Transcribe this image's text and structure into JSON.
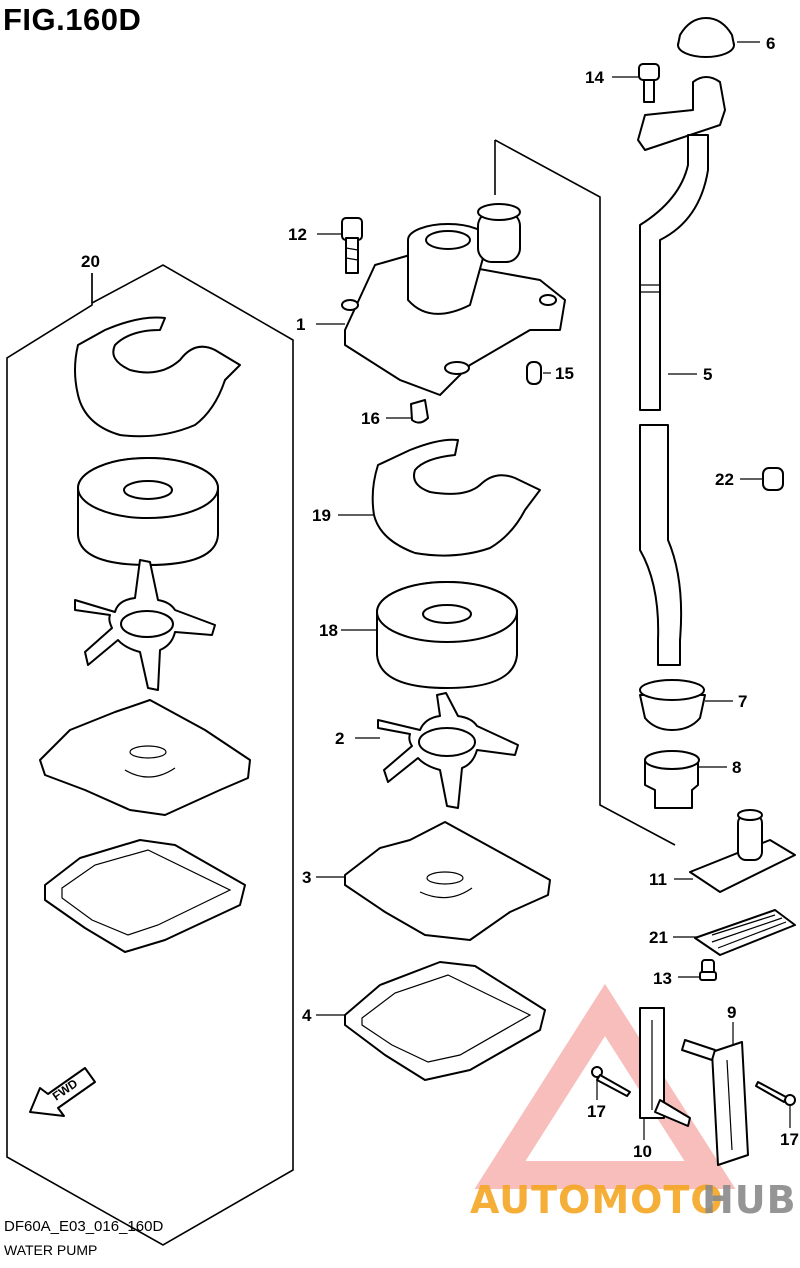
{
  "figure": {
    "title": "FIG.160D",
    "model_code": "DF60A_E03_016_160D",
    "section_name": "WATER PUMP",
    "direction_label": "FWD"
  },
  "callouts": [
    {
      "id": "label-1",
      "text": "1"
    },
    {
      "id": "label-2",
      "text": "2"
    },
    {
      "id": "label-3",
      "text": "3"
    },
    {
      "id": "label-4",
      "text": "4"
    },
    {
      "id": "label-5",
      "text": "5"
    },
    {
      "id": "label-6",
      "text": "6"
    },
    {
      "id": "label-7",
      "text": "7"
    },
    {
      "id": "label-8",
      "text": "8"
    },
    {
      "id": "label-9",
      "text": "9"
    },
    {
      "id": "label-10",
      "text": "10"
    },
    {
      "id": "label-11",
      "text": "11"
    },
    {
      "id": "label-12",
      "text": "12"
    },
    {
      "id": "label-13",
      "text": "13"
    },
    {
      "id": "label-14",
      "text": "14"
    },
    {
      "id": "label-15",
      "text": "15"
    },
    {
      "id": "label-16",
      "text": "16"
    },
    {
      "id": "label-17a",
      "text": "17"
    },
    {
      "id": "label-17b",
      "text": "17"
    },
    {
      "id": "label-18",
      "text": "18"
    },
    {
      "id": "label-19",
      "text": "19"
    },
    {
      "id": "label-20",
      "text": "20"
    },
    {
      "id": "label-21",
      "text": "21"
    },
    {
      "id": "label-22",
      "text": "22"
    }
  ],
  "watermark": {
    "part1": "AUTOMOTO",
    "part2": "HUB",
    "color_orange": "#f5a623",
    "color_gray": "#8a8a8a",
    "color_red": "#e8453c"
  }
}
